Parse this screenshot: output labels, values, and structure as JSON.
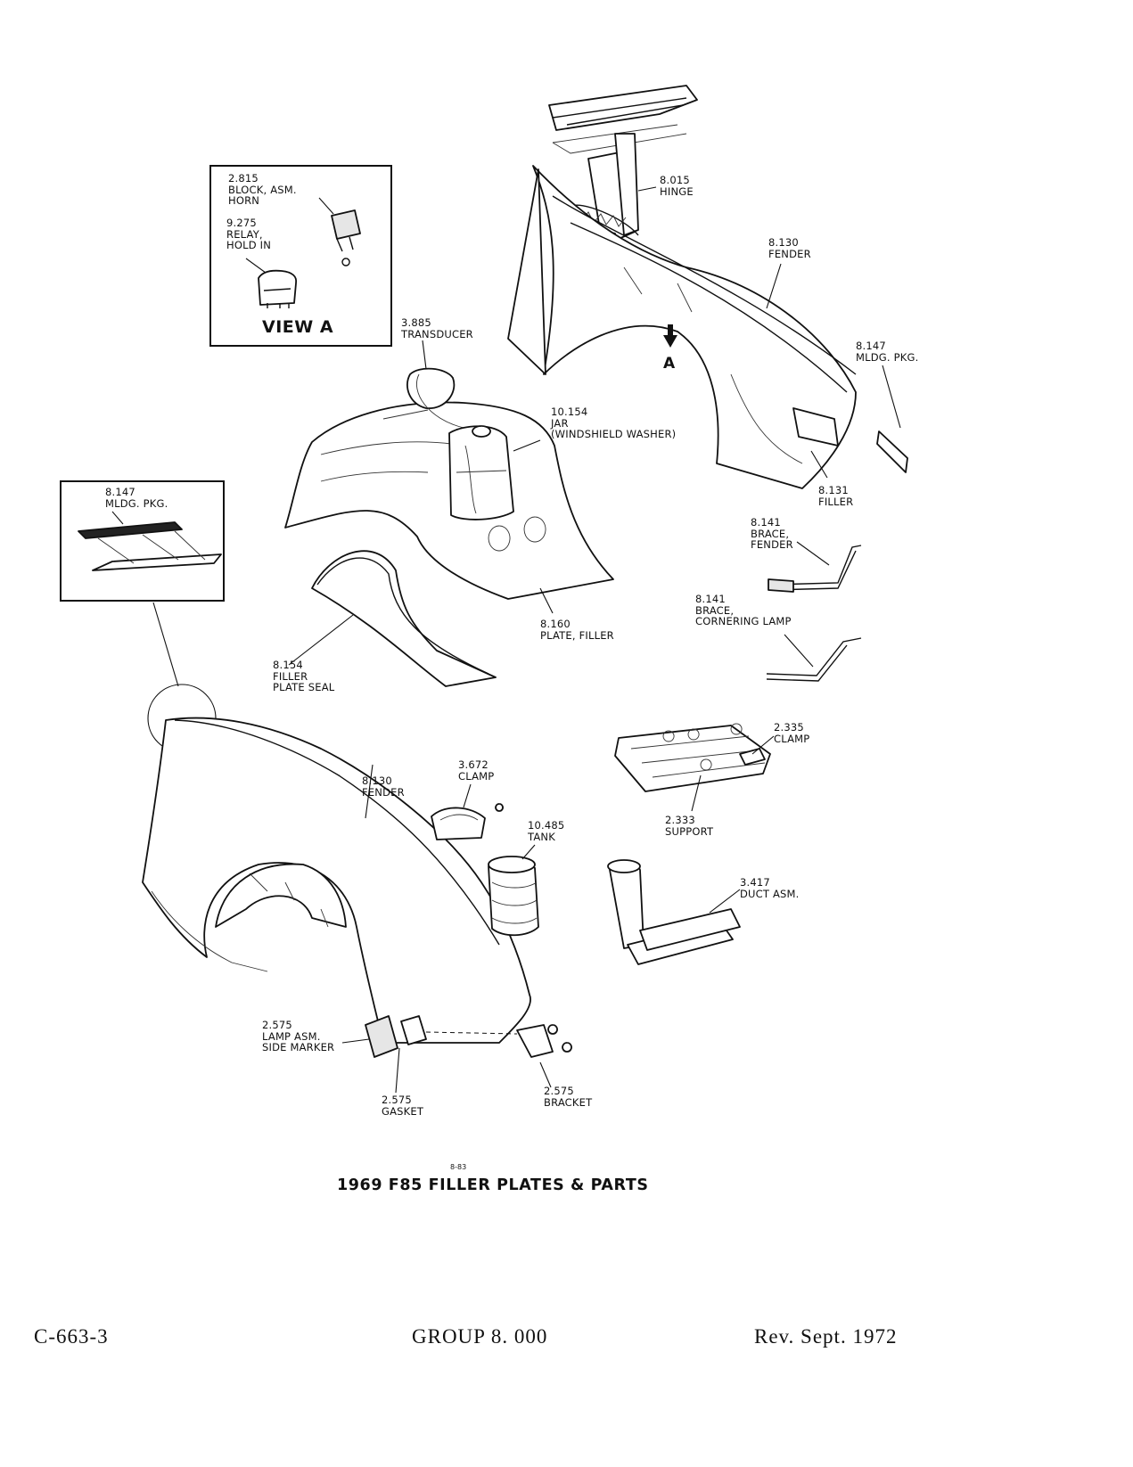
{
  "view_a": {
    "title": "VIEW A",
    "block": [
      "2.815",
      "BLOCK, ASM.",
      "HORN"
    ],
    "relay": [
      "9.275",
      "RELAY,",
      "HOLD IN"
    ]
  },
  "callouts": {
    "hinge": [
      "8.015",
      "HINGE"
    ],
    "fender_top": [
      "8.130",
      "FENDER"
    ],
    "mldg_top": [
      "8.147",
      "MLDG. PKG."
    ],
    "transducer": [
      "3.885",
      "TRANSDUCER"
    ],
    "jar": [
      "10.154",
      "JAR",
      "(WINDSHIELD WASHER)"
    ],
    "filler": [
      "8.131",
      "FILLER"
    ],
    "brace_fender": [
      "8.141",
      "BRACE,",
      "FENDER"
    ],
    "brace_lamp": [
      "8.141",
      "BRACE,",
      "CORNERING LAMP"
    ],
    "mldg_detail": [
      "8.147",
      "MLDG. PKG."
    ],
    "plate_filler": [
      "8.160",
      "PLATE, FILLER"
    ],
    "seal": [
      "8.154",
      "FILLER",
      "PLATE SEAL"
    ],
    "support_clamp": [
      "2.335",
      "CLAMP"
    ],
    "support": [
      "2.333",
      "SUPPORT"
    ],
    "fender_bottom": [
      "8.130",
      "FENDER"
    ],
    "clamp": [
      "3.672",
      "CLAMP"
    ],
    "tank": [
      "10.485",
      "TANK"
    ],
    "duct": [
      "3.417",
      "DUCT ASM."
    ],
    "lamp": [
      "2.575",
      "LAMP ASM.",
      "SIDE MARKER"
    ],
    "gasket": [
      "2.575",
      "GASKET"
    ],
    "bracket": [
      "2.575",
      "BRACKET"
    ]
  },
  "arrow_label": "A",
  "figure_number": "8-83",
  "caption": "1969 F85 FILLER PLATES & PARTS",
  "footer": {
    "left": "C-663-3",
    "center": "GROUP 8. 000",
    "right": "Rev.  Sept.  1972"
  }
}
